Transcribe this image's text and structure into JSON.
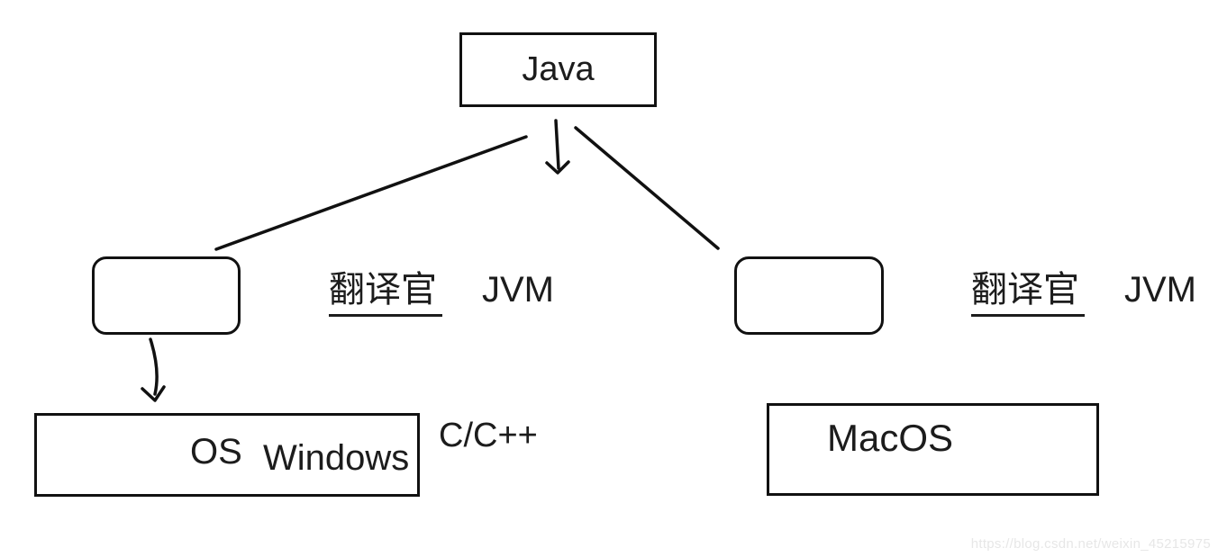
{
  "colors": {
    "background": "#ffffff",
    "stroke": "#111111",
    "text": "#1c1c1c",
    "watermark": "#e7e7e7"
  },
  "nodes": {
    "java": {
      "label": "Java"
    },
    "jvm_left": {
      "label": "",
      "icon": "crosshair-cursor-icon"
    },
    "jvm_right": {
      "label": ""
    },
    "os_windows": {
      "word1": "OS",
      "word2": "Windows"
    },
    "macos": {
      "label": "MacOS"
    }
  },
  "labels": {
    "translator_left": {
      "underlined": "翻译官",
      "suffix": "JVM"
    },
    "translator_right": {
      "underlined": "翻译官",
      "suffix": "JVM"
    },
    "c_cpp": "C/C++"
  },
  "watermark": "https://blog.csdn.net/weixin_45215975"
}
